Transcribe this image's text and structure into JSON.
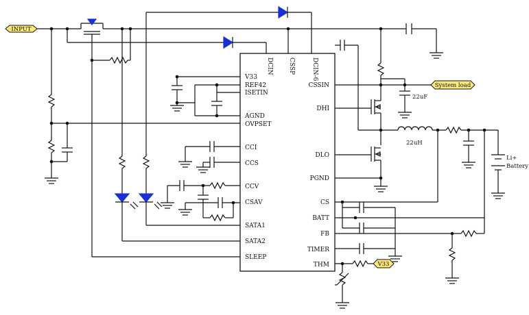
{
  "labels": {
    "input": "INPUT",
    "system_load": "System load",
    "v33": "V33",
    "cap_22uf": "22uF",
    "ind_22uh": "22uH",
    "battery_line1": "Li+",
    "battery_line2": "Battery"
  },
  "pins_left": [
    "V33",
    "REF42",
    "ISETIN",
    "AGND",
    "OVPSET",
    "CCI",
    "CCS",
    "CCV",
    "CSAV",
    "SATA1",
    "SATA2",
    "SLEEP"
  ],
  "pins_right": [
    "CSSIN",
    "DHI",
    "DLO",
    "PGND",
    "CS",
    "BATT",
    "FB",
    "TIMER",
    "THM"
  ],
  "pins_top": [
    "DCIN",
    "CSSP",
    "DCIN-6"
  ]
}
